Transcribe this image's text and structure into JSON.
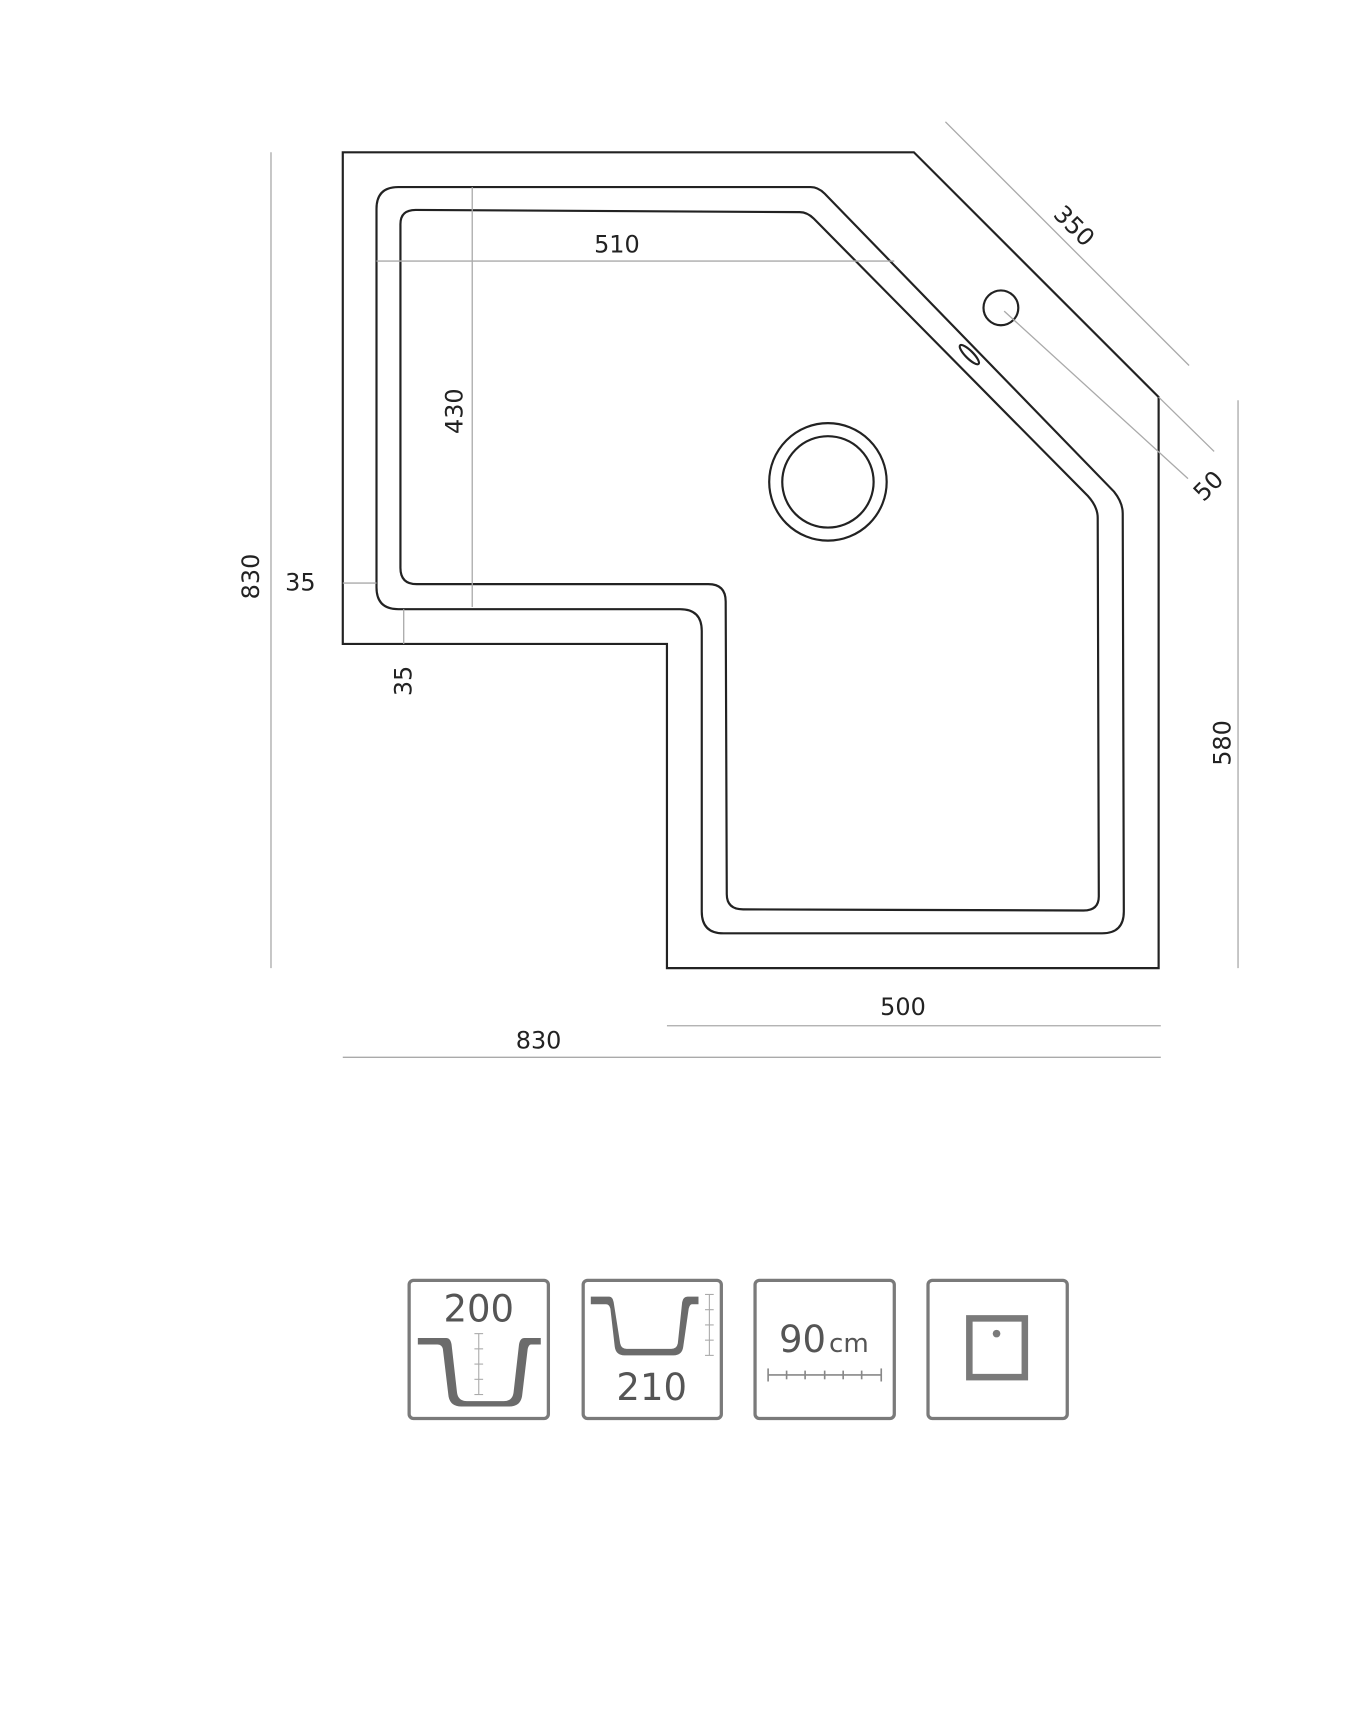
{
  "drawing": {
    "dimensions": {
      "total_height": "830",
      "total_width": "830",
      "right_side": "580",
      "bottom_width": "500",
      "bowl_width": "510",
      "bowl_depth": "430",
      "rim_side": "35",
      "rim_bottom": "35",
      "diagonal": "350",
      "tap_offset": "50"
    }
  },
  "icons": [
    {
      "name": "bowl-depth-icon",
      "value": "200"
    },
    {
      "name": "bowl-depth-alt-icon",
      "value": "210"
    },
    {
      "name": "cabinet-width-icon",
      "value": "90",
      "unit": "cm"
    },
    {
      "name": "tap-hole-icon"
    }
  ],
  "colors": {
    "line": "#222222",
    "dimension": "#aaaaaa",
    "icon": "#777777"
  }
}
